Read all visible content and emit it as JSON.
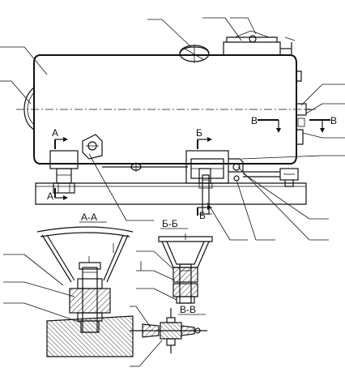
{
  "section_labels": {
    "a_top": "А",
    "a_bottom": "А",
    "b_top": "Б",
    "b_bottom": "Б",
    "v_left": "В",
    "v_right": "В",
    "view_aa": "А-А",
    "view_bb": "Б-Б",
    "view_vv": "В-В"
  },
  "colors": {
    "line": "#111111",
    "hatch": "#111111",
    "background": "#ffffff"
  }
}
